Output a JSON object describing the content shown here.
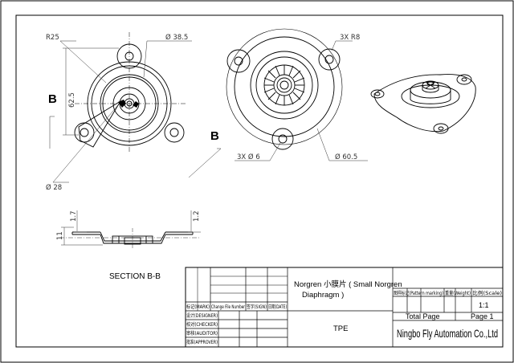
{
  "dims": {
    "r25": "R25",
    "d385": "Ø 38.5",
    "h625": "62.5",
    "d28": "Ø 28",
    "r8": "3X R8",
    "d6": "3X  Ø 6",
    "d605": "Ø 60.5",
    "h17": "1.7",
    "h12": "1.2",
    "h11": "11"
  },
  "section_marks": {
    "left": "B",
    "right": "B"
  },
  "section_title": "SECTION B-B",
  "title_block": {
    "part_name_line1": "Norgren 小膜片 ( Small Norgren",
    "part_name_line2": "Diaphragm )",
    "material": "TPE",
    "rev_headers": {
      "mark": "标记(MARK)",
      "change_no": "Change File Number",
      "sign": "签字(SIGN)",
      "date": "日期(DATE)"
    },
    "roles": [
      "设计(DESIGNER)",
      "校对(CHECKER)",
      "审核(AUDITOR)",
      "批准(APPROVER)"
    ],
    "headers": {
      "pattern": "图样标记(Pattern marking)",
      "weight": "重量(Weight)",
      "scale": "比例(Scale)"
    },
    "scale_value": "1:1",
    "total_page": "Total Page",
    "page": "Page 1",
    "company": "Ningbo Fly Automation Co.,Ltd"
  }
}
